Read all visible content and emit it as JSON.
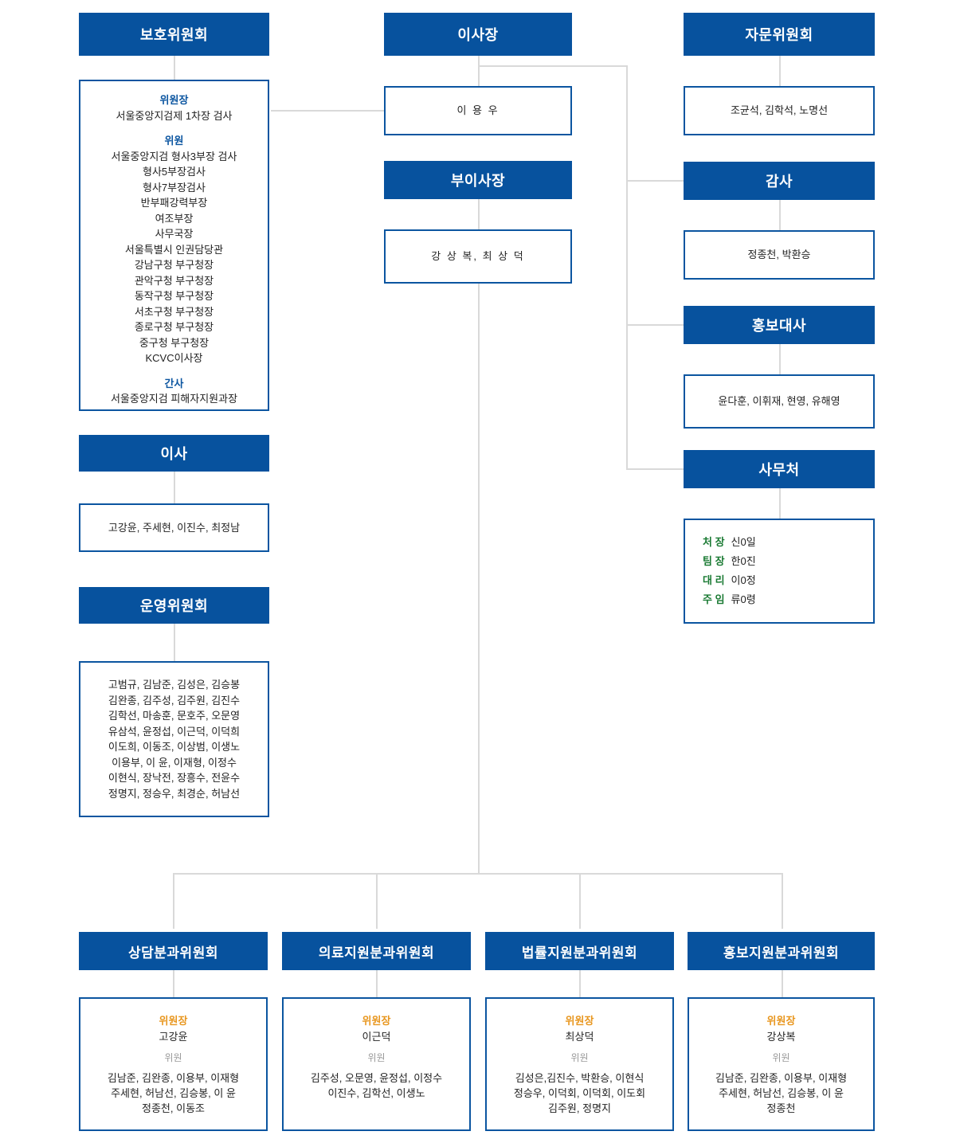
{
  "meta": {
    "colors": {
      "header_blue": "#07529e",
      "box_border_blue": "#0b55a0",
      "line_gray": "#d9d9d9",
      "role_blue": "#0b55a0",
      "role_orange": "#e8961e",
      "role_gray": "#9a9a9a",
      "staff_green": "#1a7a33"
    }
  },
  "protection_committee": {
    "header": "보호위원회",
    "chair_label": "위원장",
    "chair_value": "서울중앙지검제 1차장 검사",
    "members_label": "위원",
    "members": [
      "서울중앙지검 형사3부장 검사",
      "형사5부장검사",
      "형사7부장검사",
      "반부패강력부장",
      "여조부장",
      "사무국장",
      "서울특별시 인권담당관",
      "강남구청 부구청장",
      "관악구청 부구청장",
      "동작구청 부구청장",
      "서초구청 부구청장",
      "종로구청 부구청장",
      "중구청 부구청장",
      "KCVC이사장"
    ],
    "secretary_label": "간사",
    "secretary_value": "서울중앙지검 피해자지원과장"
  },
  "director": {
    "header": "이사",
    "members": "고강윤, 주세현, 이진수, 최정남"
  },
  "steering_committee": {
    "header": "운영위원회",
    "members": [
      "고범규, 김남준, 김성은, 김승봉",
      "김완종, 김주성, 김주원, 김진수",
      "김학선, 마송훈, 문호주, 오문영",
      "유삼석, 윤정섭, 이근덕, 이덕희",
      "이도희, 이동조, 이상범, 이생노",
      "이용부, 이 윤, 이재형, 이정수",
      "이현식, 장낙전, 장흥수, 전윤수",
      "정명지, 정승우, 최경순, 허남선"
    ]
  },
  "chairman": {
    "header": "이사장",
    "name": "이 용 우"
  },
  "vice_chairman": {
    "header": "부이사장",
    "name": "강 상 복, 최 상 덕"
  },
  "advisory_committee": {
    "header": "자문위원회",
    "members": "조균석, 김학석, 노명선"
  },
  "auditor": {
    "header": "감사",
    "members": "정종천, 박환승"
  },
  "ambassador": {
    "header": "홍보대사",
    "members": "윤다훈, 이휘재, 현영, 유해영"
  },
  "secretariat": {
    "header": "사무처",
    "staff": [
      {
        "title": "처 장",
        "name": "신0일"
      },
      {
        "title": "팀 장",
        "name": "한0진"
      },
      {
        "title": "대 리",
        "name": "이0정"
      },
      {
        "title": "주 임",
        "name": "류0령"
      }
    ]
  },
  "subcommittees": [
    {
      "header": "상담분과위원회",
      "chair_label": "위원장",
      "chair_name": "고강윤",
      "members_label": "위원",
      "members": [
        "김남준, 김완종, 이용부, 이재형",
        "주세현, 허남선, 김승봉, 이 윤",
        "정종천, 이동조"
      ]
    },
    {
      "header": "의료지원분과위원회",
      "chair_label": "위원장",
      "chair_name": "이근덕",
      "members_label": "위원",
      "members": [
        "김주성, 오문영, 윤정섭, 이정수",
        "이진수, 김학선, 이생노"
      ]
    },
    {
      "header": "법률지원분과위원회",
      "chair_label": "위원장",
      "chair_name": "최상덕",
      "members_label": "위원",
      "members": [
        "김성은,김진수, 박환승, 이현식",
        "정승우, 이덕회, 이덕회, 이도회",
        "김주원, 정명지"
      ]
    },
    {
      "header": "홍보지원분과위원회",
      "chair_label": "위원장",
      "chair_name": "강상복",
      "members_label": "위원",
      "members": [
        "김남준, 김완종, 이용부, 이재형",
        "주세현, 허남선, 김승봉, 이 윤",
        "정종천"
      ]
    }
  ]
}
